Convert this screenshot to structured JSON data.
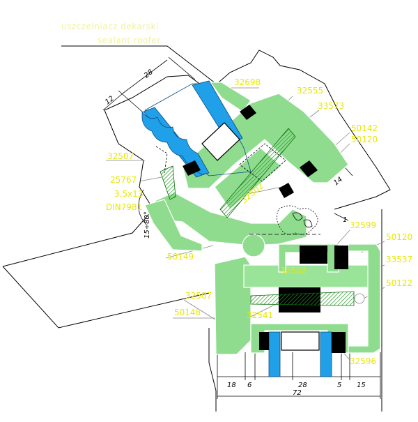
{
  "header": {
    "sealant_pl": "uszczelniacz dekarski",
    "sealant_en": "sealant roofer"
  },
  "labels": {
    "p32698": "32698",
    "p32555": "32555",
    "p33573": "33573",
    "p50142": "50142",
    "p50120a": "50120",
    "p32507a": "32507",
    "p25767": "25767",
    "screw_size": "3,5x13",
    "screw_std": "DIN7981",
    "p32502a": "32502",
    "p50149": "50149",
    "p32599": "32599",
    "p50120b": "50120",
    "p33537": "33537",
    "p32502b": "32502",
    "p50122": "50122",
    "p32507b": "32507",
    "p50148": "50148",
    "p32541": "32541",
    "p32596": "32596"
  },
  "dimensions": {
    "d28_top": "28",
    "d12": "12",
    "d14": "14",
    "d1": "1",
    "angle": "15÷80°",
    "d18": "18",
    "d6": "6",
    "d28_bottom": "28",
    "d5": "5",
    "d15": "15",
    "d72": "72"
  },
  "colors": {
    "profile_fill": "#8fdc8f",
    "profile_stroke": "#ffffff",
    "glass": "#1fa0e8",
    "gasket": "#000000",
    "background": "#ffffff",
    "label": "#e8e800"
  }
}
